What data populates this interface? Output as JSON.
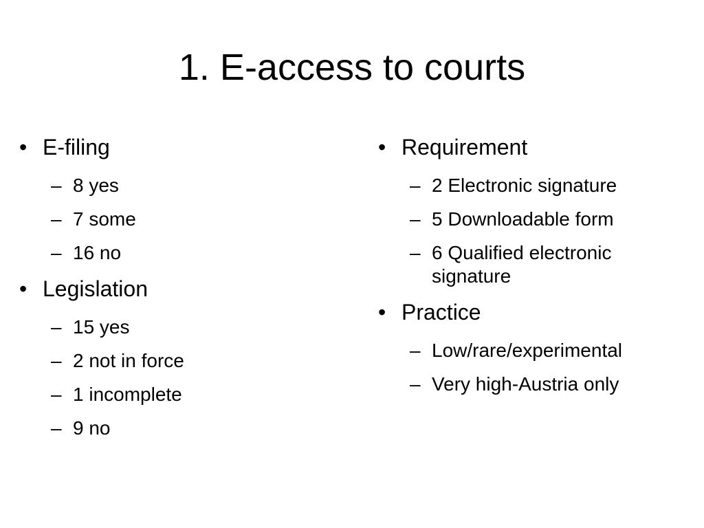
{
  "slide": {
    "title": "1. E-access to courts",
    "left_column": [
      {
        "heading": "E-filing",
        "items": [
          "8 yes",
          "7 some",
          "16 no"
        ]
      },
      {
        "heading": "Legislation",
        "items": [
          "15 yes",
          "2 not in force",
          "1 incomplete",
          "9 no"
        ]
      }
    ],
    "right_column": [
      {
        "heading": "Requirement",
        "items": [
          "2 Electronic signature",
          "5 Downloadable form",
          "6 Qualified electronic signature"
        ]
      },
      {
        "heading": "Practice",
        "items": [
          "Low/rare/experimental",
          "Very high-Austria only"
        ]
      }
    ],
    "bullet_glyph": "•",
    "sub_bullet_glyph": "–"
  }
}
